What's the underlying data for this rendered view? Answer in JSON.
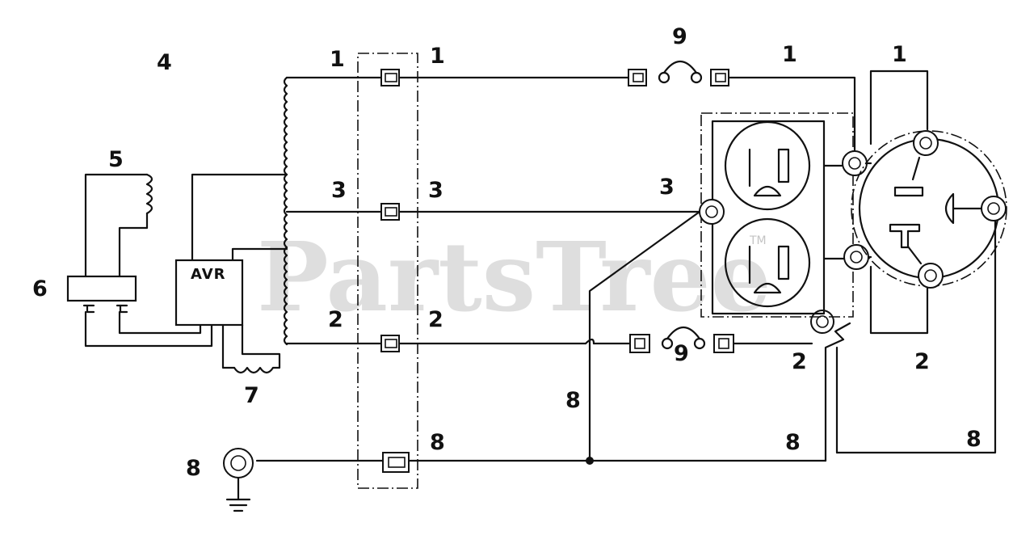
{
  "diagram": {
    "labels": {
      "stator": "4",
      "field_coil": "5",
      "rectifier": "6",
      "avr_sensor": "7",
      "ground_wire": "8",
      "breaker": "9",
      "wire1": "1",
      "wire2": "2",
      "wire3": "3"
    },
    "avr_label": "AVR"
  },
  "watermark": {
    "text": "PartsTree",
    "tm": "TM"
  }
}
